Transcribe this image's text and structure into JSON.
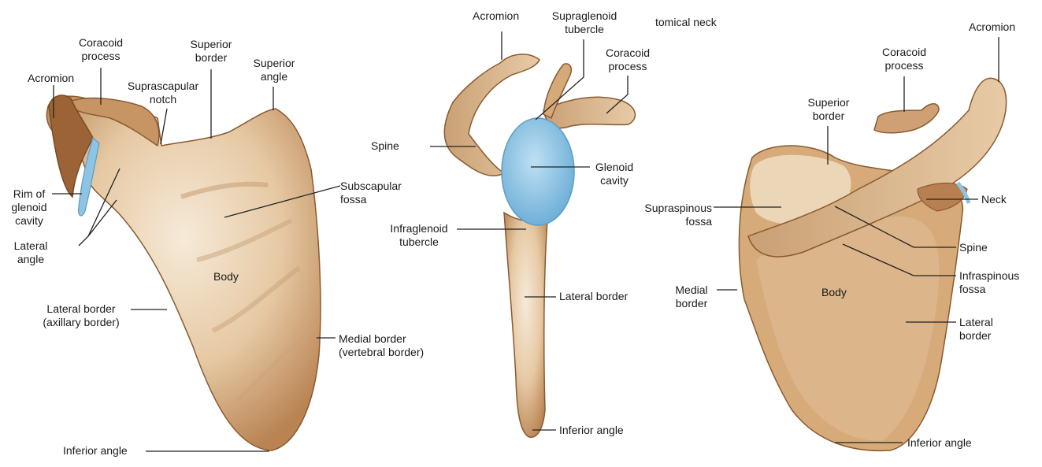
{
  "figure": {
    "anterior_view": {
      "labels": {
        "acromion": "Acromion",
        "coracoid_process": [
          "Coracoid",
          "process"
        ],
        "superior_border": [
          "Superior",
          "border"
        ],
        "superior_angle": [
          "Superior",
          "angle"
        ],
        "suprascapular_notch": [
          "Suprascapular",
          "notch"
        ],
        "rim_of_glenoid_cavity": [
          "Rim of",
          "glenoid",
          "cavity"
        ],
        "lateral_angle": [
          "Lateral",
          "angle"
        ],
        "subscapular_fossa": [
          "Subscapular",
          "fossa"
        ],
        "body": "Body",
        "lateral_border": [
          "Lateral border",
          "(axillary border)"
        ],
        "medial_border": [
          "Medial border",
          "(vertebral border)"
        ],
        "inferior_angle": "Inferior angle"
      }
    },
    "lateral_view": {
      "labels": {
        "acromion": "Acromion",
        "supraglenoid_tubercle": [
          "Supraglenoid",
          "tubercle"
        ],
        "anatomical_neck_fragment": "tomical neck",
        "coracoid_process": [
          "Coracoid",
          "process"
        ],
        "spine": "Spine",
        "glenoid_cavity": [
          "Glenoid",
          "cavity"
        ],
        "infraglenoid_tubercle": [
          "Infraglenoid",
          "tubercle"
        ],
        "lateral_border": "Lateral border",
        "inferior_angle": "Inferior angle"
      }
    },
    "posterior_view": {
      "labels": {
        "acromion": "Acromion",
        "coracoid_process": [
          "Coracoid",
          "process"
        ],
        "superior_border": [
          "Superior",
          "border"
        ],
        "neck": "Neck",
        "supraspinous_fossa": [
          "Supraspinous",
          "fossa"
        ],
        "spine": "Spine",
        "infraspinous_fossa": [
          "Infraspinous",
          "fossa"
        ],
        "medial_border": [
          "Medial",
          "border"
        ],
        "body": "Body",
        "lateral_border": [
          "Lateral",
          "border"
        ],
        "inferior_angle": "Inferior angle"
      }
    },
    "colors": {
      "bone": "#d9b48a",
      "bone_light": "#f3e3cc",
      "bone_shadow": "#a06a3c",
      "glenoid": "#8ec3e3"
    }
  }
}
